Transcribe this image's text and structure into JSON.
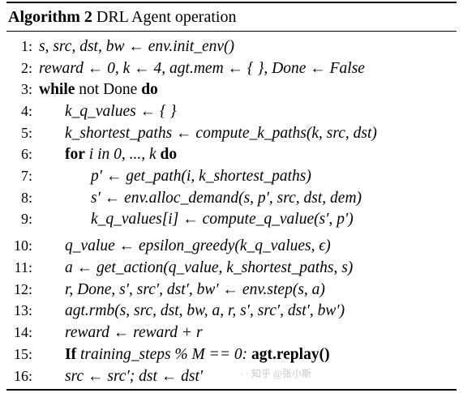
{
  "algorithm": {
    "label": "Algorithm 2",
    "title": "DRL Agent operation"
  },
  "lines": [
    {
      "num": "1:",
      "text": "s, src, dst, bw ← env.init_env()"
    },
    {
      "num": "2:",
      "text": "reward ← 0,  k ← 4,  agt.mem ← { },  Done ← False"
    },
    {
      "num": "3:",
      "kw": "while",
      "text": " not Done ",
      "kw2": "do"
    },
    {
      "num": "4:",
      "text": "k_q_values ← { }"
    },
    {
      "num": "5:",
      "text": "k_shortest_paths ← compute_k_paths(k, src, dst)"
    },
    {
      "num": "6:",
      "kw": "for",
      "text": " i in 0, ..., k ",
      "kw2": "do"
    },
    {
      "num": "7:",
      "text": "p′ ← get_path(i, k_shortest_paths)"
    },
    {
      "num": "8:",
      "text": "s′ ← env.alloc_demand(s, p′, src, dst, dem)"
    },
    {
      "num": "9:",
      "text": "k_q_values[i] ← compute_q_value(s′, p′)"
    },
    {
      "num": "10:",
      "text": "q_value ← epsilon_greedy(k_q_values, ϵ)"
    },
    {
      "num": "11:",
      "text": "a ← get_action(q_value, k_shortest_paths, s)"
    },
    {
      "num": "12:",
      "text": "r, Done, s′, src′, dst′, bw′ ← env.step(s, a)"
    },
    {
      "num": "13:",
      "text": "agt.rmb(s, src, dst, bw, a, r, s′, src′, dst′, bw′)"
    },
    {
      "num": "14:",
      "text": "reward ← reward + r"
    },
    {
      "num": "15:",
      "kw": "If",
      "text": " training_steps % M == 0: ",
      "kw2": "agt.replay()"
    },
    {
      "num": "16:",
      "text": "src ← src′; dst ← dst′"
    }
  ],
  "watermark": "· · 知乎 @张小斯"
}
